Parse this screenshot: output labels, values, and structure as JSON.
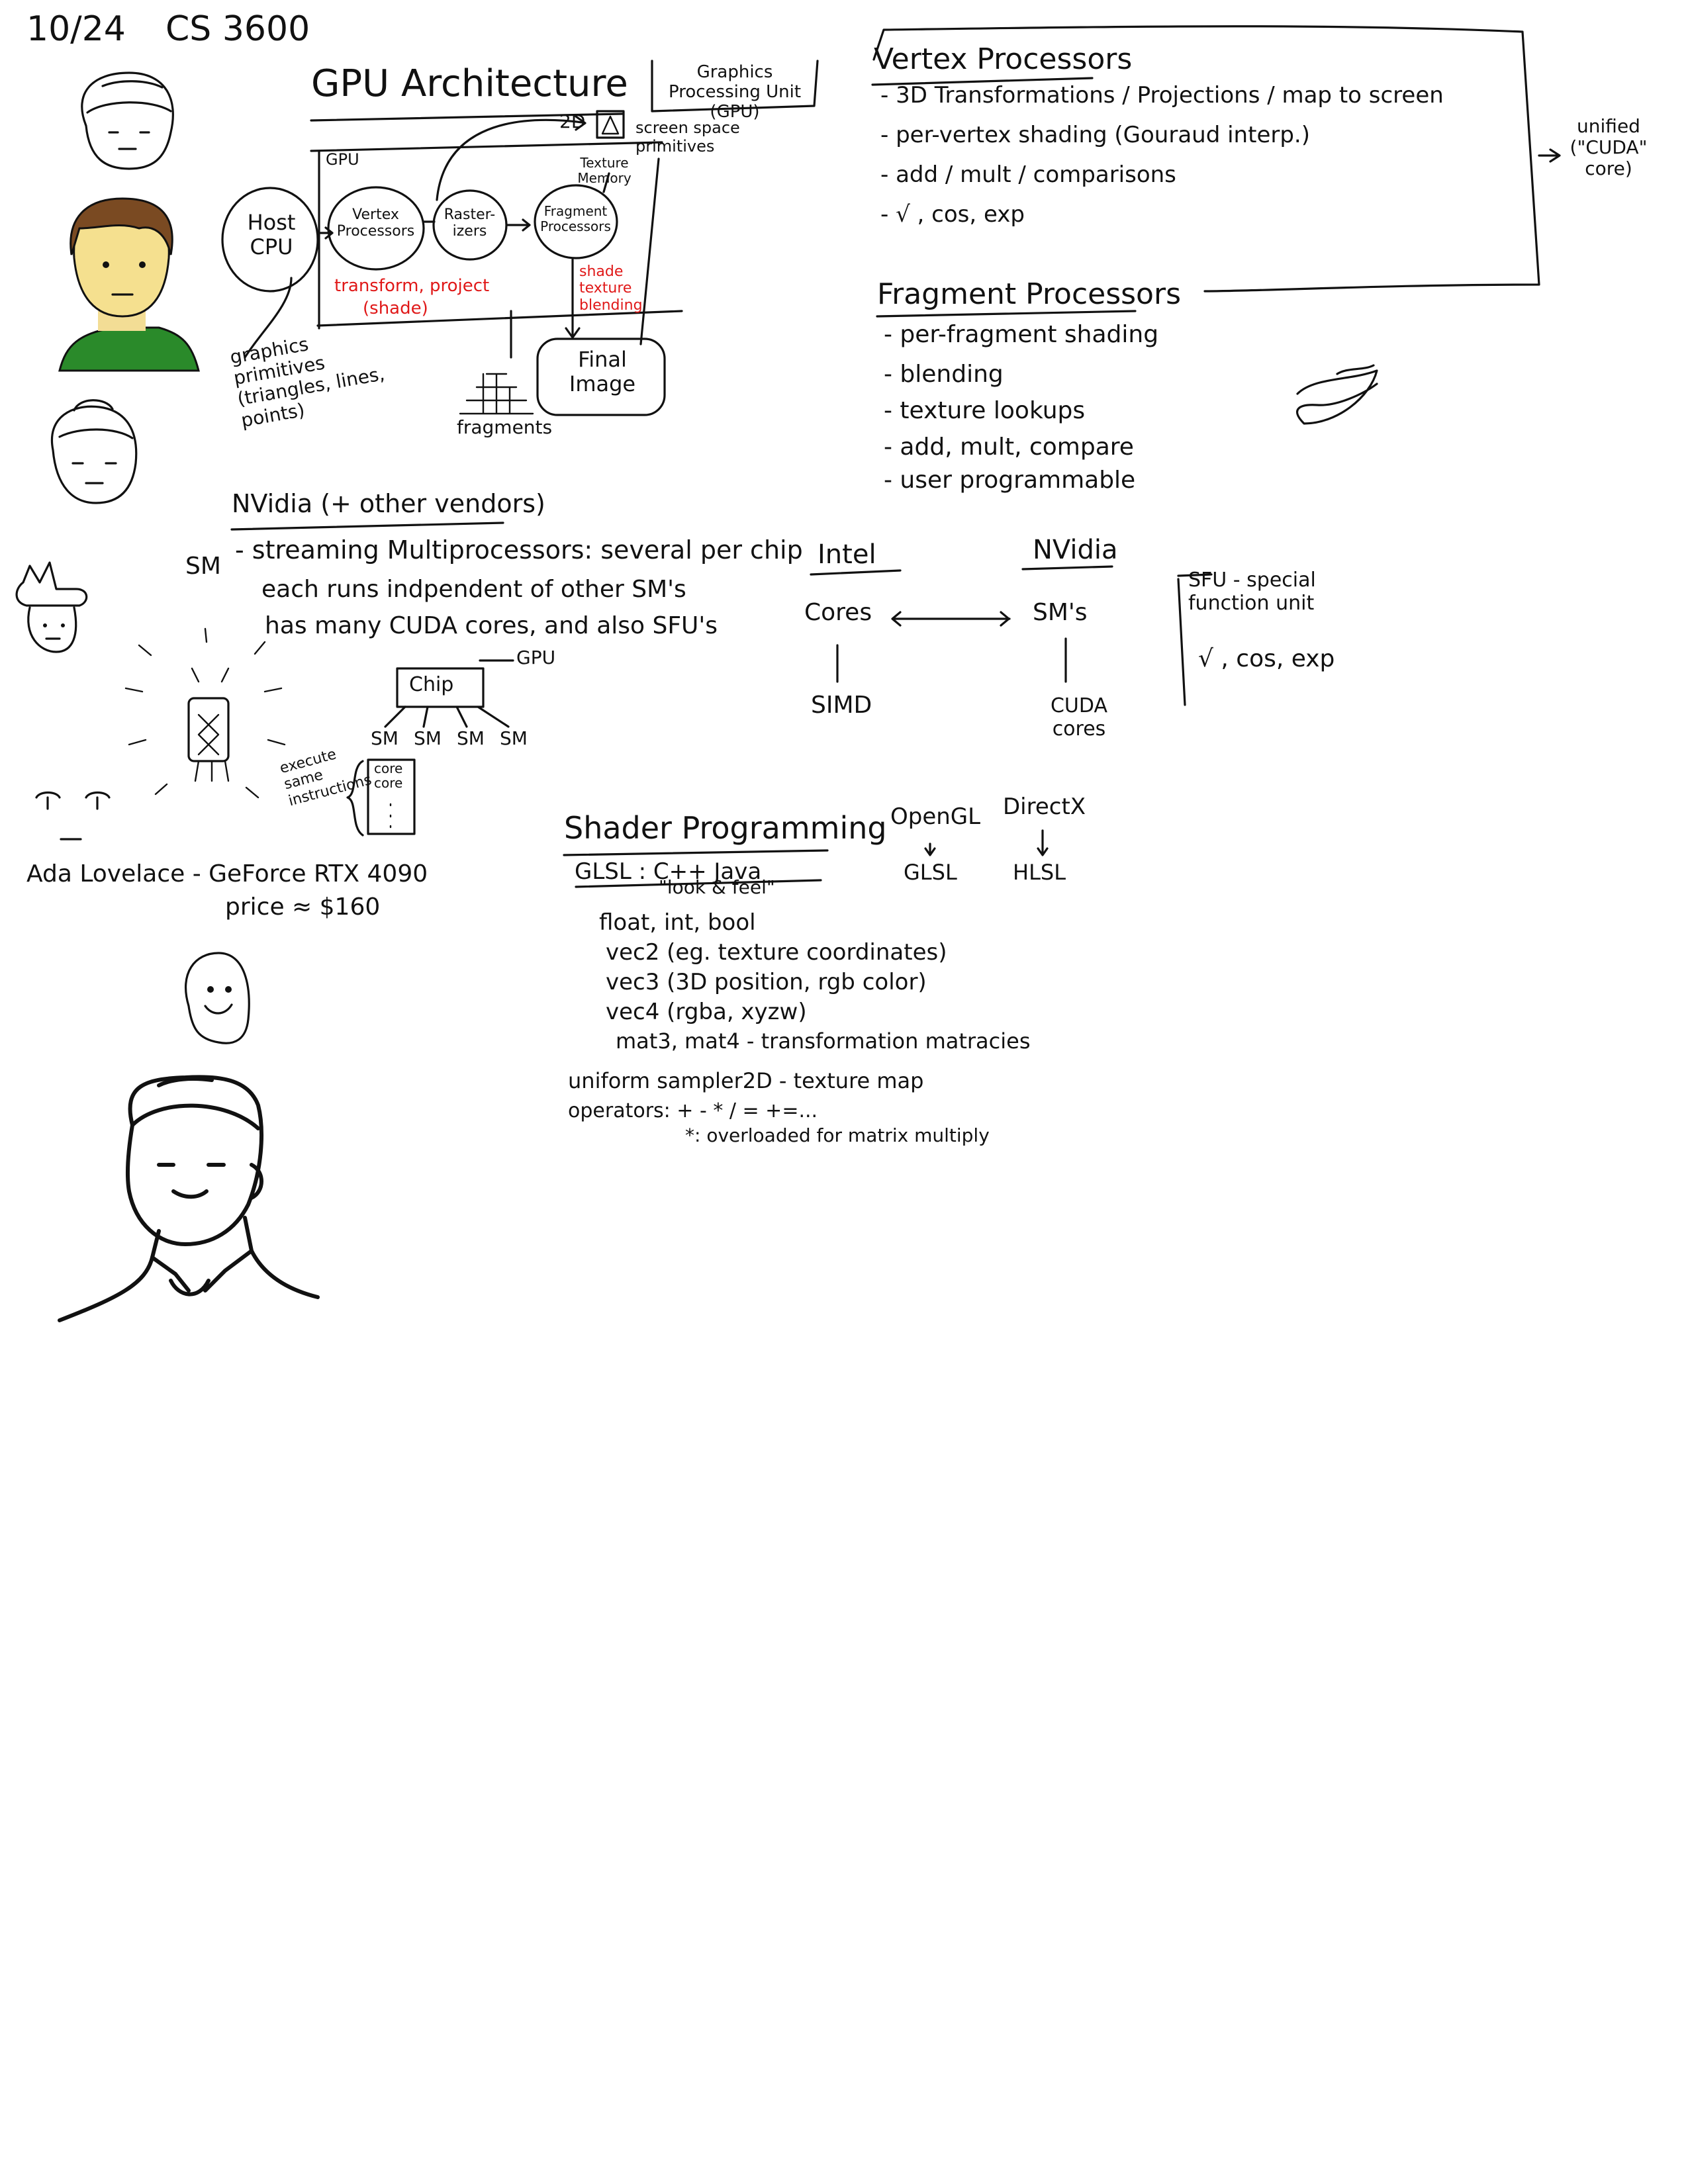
{
  "header": {
    "date": "10/24",
    "course": "CS 3600"
  },
  "gpu_section": {
    "title": "GPU Architecture",
    "gpu_box_title": "Graphics Processing Unit (GPU)",
    "screen_space": "screen space primitives",
    "label_2d": "2D",
    "gpu_label": "GPU",
    "texture_memory": "Texture Memory",
    "host_cpu": "Host CPU",
    "vertex_processors": "Vertex Processors",
    "rasterizers": "Raster-izers",
    "fragment_processors": "Fragment Processors",
    "transform_project": "transform, project",
    "shade": "(shade)",
    "shade_texture_blending": "shade texture blending",
    "final_image": "Final Image",
    "graphics_primitives": "graphics primitives (triangles, lines, points)",
    "fragments": "fragments"
  },
  "vertex_section": {
    "title": "Vertex Processors",
    "items": [
      "- 3D Transformations / Projections / map to screen",
      "- per-vertex shading (Gouraud interp.)",
      "- add / mult / comparisons",
      "- √ , cos, exp"
    ],
    "unified": "unified (\"CUDA\" core)"
  },
  "fragment_section": {
    "title": "Fragment Processors",
    "items": [
      "- per-fragment shading",
      "- blending",
      "- texture lookups",
      "- add, mult, compare",
      "- user programmable"
    ]
  },
  "nvidia_section": {
    "title": "NVidia (+ other vendors)",
    "sm_label": "SM",
    "lines": [
      "- streaming Multiprocessors: several per chip",
      "each runs indpendent of other SM's",
      "has many CUDA cores, and also SFU's"
    ],
    "chip": "Chip",
    "gpu": "GPU",
    "sm_items": [
      "SM",
      "SM",
      "SM",
      "SM"
    ],
    "execute": "execute same instructions",
    "core1": "core",
    "core2": "core"
  },
  "compare_section": {
    "intel": "Intel",
    "nvidia": "NVidia",
    "cores": "Cores",
    "sms": "SM's",
    "simd": "SIMD",
    "cuda_cores": "CUDA cores",
    "sfu_title": "SFU - special function unit",
    "sfu_ops": "√ , cos, exp"
  },
  "ada": {
    "line1": "Ada Lovelace - GeForce RTX 4090",
    "line2": "price ≈ $160"
  },
  "shader_section": {
    "title": "Shader Programming",
    "glsl": "GLSL : C++ Java",
    "look_feel": "\"look & feel\"",
    "opengl": "OpenGL",
    "directx": "DirectX",
    "glsl2": "GLSL",
    "hlsl": "HLSL",
    "types": [
      "float, int, bool",
      "vec2 (eg. texture coordinates)",
      "vec3 (3D position, rgb color)",
      "vec4 (rgba, xyzw)",
      "mat3, mat4 - transformation matracies"
    ],
    "uniform": "uniform sampler2D - texture map",
    "operators": "operators:  +  -  *  /  =    +=...",
    "overloaded": "*: overloaded for matrix multiply"
  }
}
